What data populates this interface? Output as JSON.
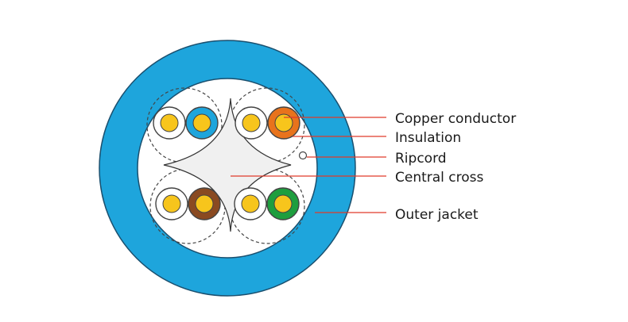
{
  "callouts": [
    {
      "key": "copper-conductor",
      "label": "Copper conductor"
    },
    {
      "key": "insulation",
      "label": "Insulation"
    },
    {
      "key": "ripcord",
      "label": "Ripcord"
    },
    {
      "key": "central-cross",
      "label": "Central cross"
    },
    {
      "key": "outer-jacket",
      "label": "Outer jacket"
    }
  ],
  "colors": {
    "jacket": "#1ea5dc",
    "jacket_outline": "#1a4f6e",
    "leader_line": "#e03a2a",
    "conductor": "#f7c51c",
    "pair_blue": "#1ea5dc",
    "pair_orange": "#e8731c",
    "pair_brown": "#8a4a21",
    "pair_green": "#1e9e3e",
    "cross_fill": "#f0f0f0"
  }
}
